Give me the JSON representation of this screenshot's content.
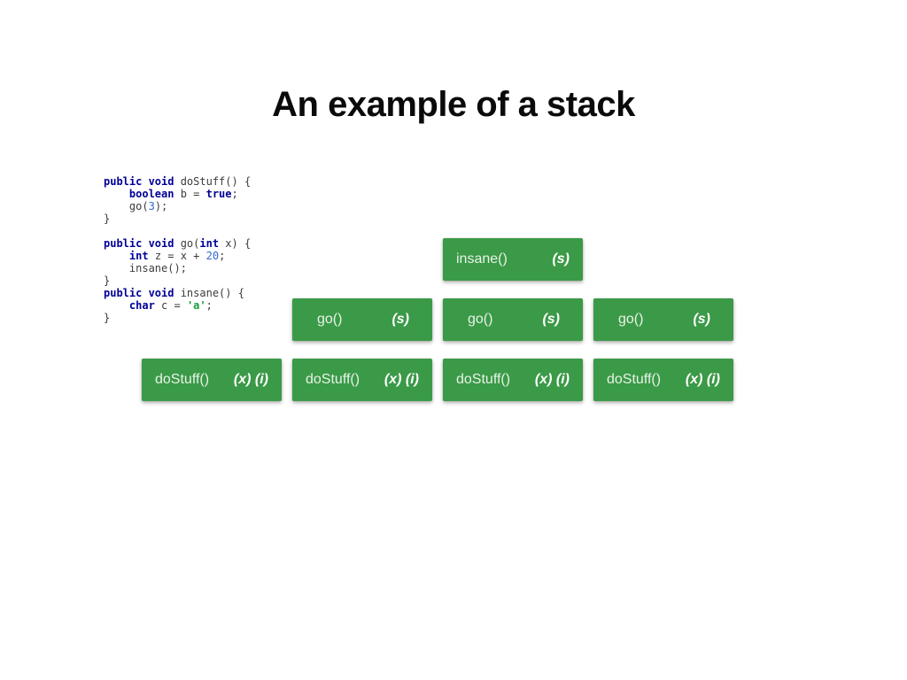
{
  "title": "An example of a stack",
  "colors": {
    "keyword": "#000096",
    "number": "#3168cf",
    "string": "#13a03c",
    "code_plain": "#3c3c3c",
    "box_green": "#3b9a47",
    "frame_name_text": "#e3ece3",
    "frame_vars_text": "#ffffff",
    "title_text": "#0a0a0a"
  },
  "code": {
    "language": "java",
    "lines": [
      {
        "segments": [
          {
            "text": "public void",
            "style": "keyword"
          },
          {
            "text": " doStuff() {",
            "style": "plain"
          }
        ]
      },
      {
        "segments": [
          {
            "text": "    ",
            "style": "plain"
          },
          {
            "text": "boolean",
            "style": "keyword"
          },
          {
            "text": " b = ",
            "style": "plain"
          },
          {
            "text": "true",
            "style": "keyword"
          },
          {
            "text": ";",
            "style": "plain"
          }
        ]
      },
      {
        "segments": [
          {
            "text": "    go(",
            "style": "plain"
          },
          {
            "text": "3",
            "style": "number"
          },
          {
            "text": ");",
            "style": "plain"
          }
        ]
      },
      {
        "segments": [
          {
            "text": "}",
            "style": "plain"
          }
        ]
      },
      {
        "segments": []
      },
      {
        "segments": [
          {
            "text": "public void",
            "style": "keyword"
          },
          {
            "text": " go(",
            "style": "plain"
          },
          {
            "text": "int",
            "style": "keyword"
          },
          {
            "text": " x) {",
            "style": "plain"
          }
        ]
      },
      {
        "segments": [
          {
            "text": "    ",
            "style": "plain"
          },
          {
            "text": "int",
            "style": "keyword"
          },
          {
            "text": " z = x + ",
            "style": "plain"
          },
          {
            "text": "20",
            "style": "number"
          },
          {
            "text": ";",
            "style": "plain"
          }
        ]
      },
      {
        "segments": [
          {
            "text": "    insane();",
            "style": "plain"
          }
        ]
      },
      {
        "segments": [
          {
            "text": "}",
            "style": "plain"
          }
        ]
      },
      {
        "segments": [
          {
            "text": "public void",
            "style": "keyword"
          },
          {
            "text": " insane() {",
            "style": "plain"
          }
        ]
      },
      {
        "segments": [
          {
            "text": "    ",
            "style": "plain"
          },
          {
            "text": "char",
            "style": "keyword"
          },
          {
            "text": " c = ",
            "style": "plain"
          },
          {
            "text": "'a'",
            "style": "string"
          },
          {
            "text": ";",
            "style": "plain"
          }
        ]
      },
      {
        "segments": [
          {
            "text": "}",
            "style": "plain"
          }
        ]
      }
    ]
  },
  "stack_diagram": {
    "columns": 4,
    "rows": 3,
    "boxes": [
      {
        "id": "state1-dostuff",
        "col": 1,
        "row": 3,
        "label": "doStuff()",
        "vars": "(x) (i)"
      },
      {
        "id": "state2-go",
        "col": 2,
        "row": 2,
        "label": "go()",
        "vars": "(s)"
      },
      {
        "id": "state2-dostuff",
        "col": 2,
        "row": 3,
        "label": "doStuff()",
        "vars": "(x) (i)"
      },
      {
        "id": "state3-insane",
        "col": 3,
        "row": 1,
        "label": "insane()",
        "vars": "(s)"
      },
      {
        "id": "state3-go",
        "col": 3,
        "row": 2,
        "label": "go()",
        "vars": "(s)"
      },
      {
        "id": "state3-dostuff",
        "col": 3,
        "row": 3,
        "label": "doStuff()",
        "vars": "(x) (i)"
      },
      {
        "id": "state4-go",
        "col": 4,
        "row": 2,
        "label": "go()",
        "vars": "(s)"
      },
      {
        "id": "state4-dostuff",
        "col": 4,
        "row": 3,
        "label": "doStuff()",
        "vars": "(x) (i)"
      }
    ]
  }
}
